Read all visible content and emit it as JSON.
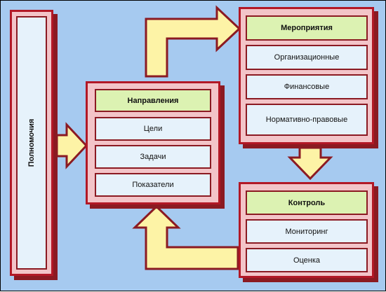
{
  "colors": {
    "background": "#a6caf0",
    "arrow_fill": "#fdf3a6",
    "arrow_stroke": "#8b1a22",
    "panel_border": "#b21826",
    "panel_fill": "#f3c4c8",
    "header_fill": "#dcf2b2",
    "item_fill": "#e6f2fb"
  },
  "powers": {
    "label": "Полномочия"
  },
  "directions": {
    "title": "Направления",
    "items": [
      "Цели",
      "Задачи",
      "Показатели"
    ]
  },
  "measures": {
    "title": "Мероприятия",
    "items": [
      "Организационные",
      "Финансовые",
      "Нормативно-правовые"
    ]
  },
  "control": {
    "title": "Контроль",
    "items": [
      "Мониторинг",
      "Оценка"
    ]
  }
}
